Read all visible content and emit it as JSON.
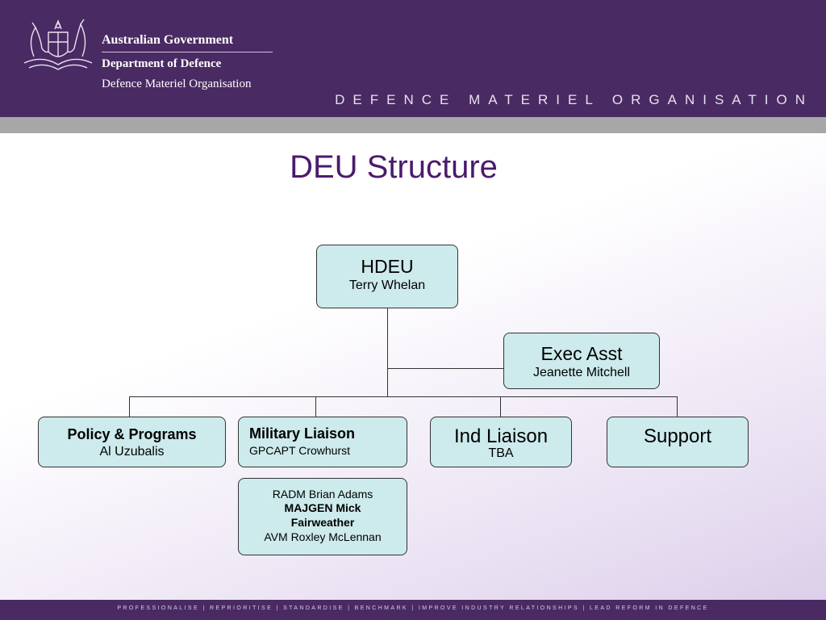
{
  "header": {
    "gov_line1": "Australian Government",
    "gov_line2": "Department of Defence",
    "gov_line3": "Defence Materiel Organisation",
    "org_banner": "DEFENCE MATERIEL ORGANISATION"
  },
  "title": "DEU Structure",
  "nodes": {
    "hdeu": {
      "role": "HDEU",
      "name": "Terry Whelan"
    },
    "exec": {
      "role": "Exec Asst",
      "name": "Jeanette Mitchell"
    },
    "policy": {
      "role": "Policy & Programs",
      "name": "Al Uzubalis"
    },
    "military": {
      "role": "Military Liaison",
      "name": "GPCAPT Crowhurst"
    },
    "military_members": {
      "line1": "RADM Brian Adams",
      "line2": "MAJGEN Mick Fairweather",
      "line3": "AVM Roxley McLennan"
    },
    "ind": {
      "role": "Ind Liaison",
      "name": "TBA"
    },
    "support": {
      "role": "Support"
    }
  },
  "footer": "PROFESSIONALISE | REPRIORITISE | STANDARDISE | BENCHMARK | IMPROVE INDUSTRY RELATIONSHIPS | LEAD REFORM IN DEFENCE",
  "colors": {
    "header": "#4a2a63",
    "box": "#cdeaec",
    "title": "#4b1a6e"
  }
}
